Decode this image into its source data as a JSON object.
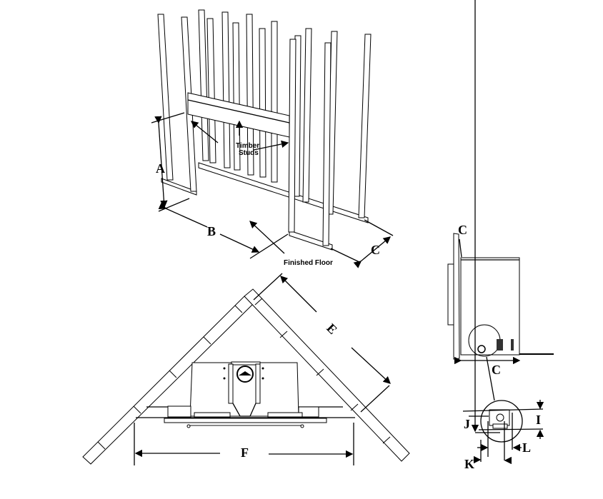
{
  "figure": {
    "type": "installation dimension diagram",
    "panels": [
      {
        "id": "timber-frame",
        "annotations": {
          "studs_label_line1": "Timber",
          "studs_label_line2": "Studs",
          "floor_label": "Finished Floor"
        },
        "dimensions": {
          "height": "A",
          "width": "B",
          "depth": "C"
        }
      },
      {
        "id": "corner-install",
        "dimensions": {
          "side": "E",
          "span": "F"
        }
      },
      {
        "id": "side-view",
        "dimensions": {
          "top": "C",
          "depth": "C"
        }
      },
      {
        "id": "detail-circle",
        "dimensions": {
          "i": "I",
          "j": "J",
          "k": "K",
          "l": "L"
        }
      }
    ]
  }
}
